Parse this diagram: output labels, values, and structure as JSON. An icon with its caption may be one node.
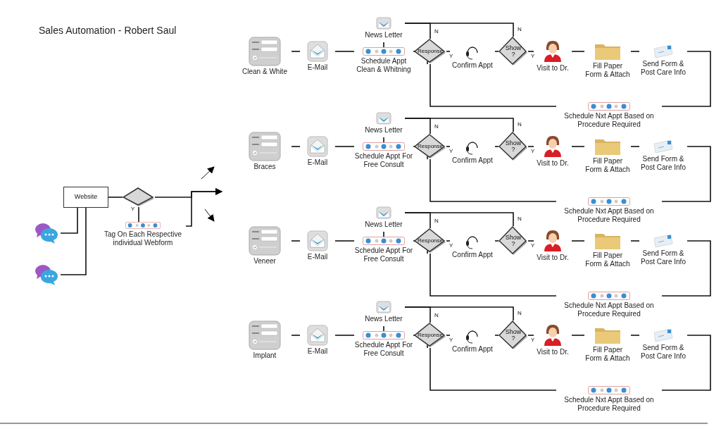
{
  "diagram": {
    "title": "Sales Automation - Robert Saul",
    "nodes": [
      {
        "text": [
          "Website"
        ]
      },
      {
        "text": [],
        "shape": "diamond"
      },
      {
        "text": [],
        "shape": "picture"
      },
      {
        "text": [],
        "shape": "picture"
      },
      {
        "text": [
          "Tag On Each Respective individual Webform"
        ]
      },
      {
        "text": [
          "Clean & White"
        ]
      },
      {
        "text": [
          "E-Mail"
        ]
      },
      {
        "text": [
          "News Letter"
        ]
      },
      {
        "text": [
          "Schedule Appt Clean & Whitning"
        ]
      },
      {
        "text": [
          "Response"
        ]
      },
      {
        "text": [
          "Confirm Appt"
        ]
      },
      {
        "text": [
          "Show ?"
        ]
      },
      {
        "text": [
          "Visit to Dr."
        ]
      },
      {
        "text": [
          "Fill Paper Form & Attach"
        ]
      },
      {
        "text": [
          "Send Form & Post Care Info"
        ]
      },
      {
        "text": [
          "Schedule Nxt Appt Based on Procedure Required"
        ]
      },
      {
        "text": [
          "Braces"
        ]
      },
      {
        "text": [
          "E-Mail"
        ]
      },
      {
        "text": [
          "News Letter"
        ]
      },
      {
        "text": [
          "Schedule Appt For Free Consult"
        ]
      },
      {
        "text": [
          "Response"
        ]
      },
      {
        "text": [
          "Confirm Appt"
        ]
      },
      {
        "text": [
          "Show ?"
        ]
      },
      {
        "text": [
          "Visit to Dr."
        ]
      },
      {
        "text": [
          "Fill Paper Form & Attach"
        ]
      },
      {
        "text": [
          "Send Form & Post Care Info"
        ]
      },
      {
        "text": [
          "Schedule Nxt Appt Based on Procedure Required"
        ]
      },
      {
        "text": [
          "Veneer"
        ]
      },
      {
        "text": [
          "E-Mail"
        ]
      },
      {
        "text": [
          "News Letter"
        ]
      },
      {
        "text": [
          "Schedule Appt For Free Consult"
        ]
      },
      {
        "text": [
          "Response"
        ]
      },
      {
        "text": [
          "Confirm Appt"
        ]
      },
      {
        "text": [
          "Show ?"
        ]
      },
      {
        "text": [
          "Visit to Dr."
        ]
      },
      {
        "text": [
          "Fill Paper Form & Attach"
        ]
      },
      {
        "text": [
          "Send Form & Post Care Info"
        ]
      },
      {
        "text": [
          "Schedule Nxt Appt Based on Procedure Required"
        ]
      },
      {
        "text": [
          "Implant"
        ]
      },
      {
        "text": [
          "E-Mail"
        ]
      },
      {
        "text": [
          "News Letter"
        ]
      },
      {
        "text": [
          "Schedule Appt For Free Consult"
        ]
      },
      {
        "text": [
          "Response"
        ]
      },
      {
        "text": [
          "Confirm Appt"
        ]
      },
      {
        "text": [
          "Show ?"
        ]
      },
      {
        "text": [
          "Visit to Dr."
        ]
      },
      {
        "text": [
          "Fill Paper Form & Attach"
        ]
      },
      {
        "text": [
          "Send Form & Post Care Info"
        ]
      },
      {
        "text": [
          "Schedule Nxt Appt Based on Procedure Required"
        ]
      }
    ],
    "edges": [
      {
        "from": 2,
        "to": 0,
        "arrow": "none"
      },
      {
        "from": 3,
        "to": 0,
        "arrow": "none"
      },
      {
        "from": 0,
        "to": 1,
        "arrow": "none"
      },
      {
        "from": 1,
        "to": 4,
        "arrow": "none",
        "label": "Y"
      },
      {
        "from": 1,
        "to": null,
        "arrow": "to"
      },
      {
        "from": 4,
        "to": null,
        "arrow": "to"
      },
      {
        "from": 5,
        "to": 6,
        "arrow": "none"
      },
      {
        "from": 6,
        "to": 8,
        "arrow": "none"
      },
      {
        "from": 7,
        "to": 8,
        "arrow": "none"
      },
      {
        "from": 8,
        "to": 9,
        "arrow": "none"
      },
      {
        "from": 9,
        "to": 7,
        "arrow": "none",
        "label": "N"
      },
      {
        "from": 9,
        "to": 10,
        "arrow": "none",
        "label": "Y"
      },
      {
        "from": 10,
        "to": 11,
        "arrow": "none"
      },
      {
        "from": 11,
        "to": 7,
        "arrow": "none",
        "label": "N"
      },
      {
        "from": 11,
        "to": 12,
        "arrow": "none",
        "label": "Y"
      },
      {
        "from": 12,
        "to": 13,
        "arrow": "none"
      },
      {
        "from": 13,
        "to": 14,
        "arrow": "none"
      },
      {
        "from": 14,
        "to": 15,
        "arrow": "none"
      },
      {
        "from": 15,
        "to": 9,
        "arrow": "none"
      },
      {
        "from": 16,
        "to": 17,
        "arrow": "none"
      },
      {
        "from": 17,
        "to": 19,
        "arrow": "none"
      },
      {
        "from": 18,
        "to": 19,
        "arrow": "none"
      },
      {
        "from": 19,
        "to": 20,
        "arrow": "none"
      },
      {
        "from": 20,
        "to": 18,
        "arrow": "none",
        "label": "N"
      },
      {
        "from": 20,
        "to": 21,
        "arrow": "none",
        "label": "Y"
      },
      {
        "from": 21,
        "to": 22,
        "arrow": "none"
      },
      {
        "from": 22,
        "to": 18,
        "arrow": "none",
        "label": "N"
      },
      {
        "from": 22,
        "to": 23,
        "arrow": "none",
        "label": "Y"
      },
      {
        "from": 23,
        "to": 24,
        "arrow": "none"
      },
      {
        "from": 24,
        "to": 25,
        "arrow": "none"
      },
      {
        "from": 25,
        "to": 26,
        "arrow": "none"
      },
      {
        "from": 26,
        "to": 20,
        "arrow": "none"
      },
      {
        "from": 27,
        "to": 28,
        "arrow": "none"
      },
      {
        "from": 28,
        "to": 30,
        "arrow": "none"
      },
      {
        "from": 29,
        "to": 30,
        "arrow": "none"
      },
      {
        "from": 30,
        "to": 31,
        "arrow": "none"
      },
      {
        "from": 31,
        "to": 29,
        "arrow": "none",
        "label": "N"
      },
      {
        "from": 31,
        "to": 32,
        "arrow": "none",
        "label": "Y"
      },
      {
        "from": 32,
        "to": 33,
        "arrow": "none"
      },
      {
        "from": 33,
        "to": 29,
        "arrow": "none",
        "label": "N"
      },
      {
        "from": 33,
        "to": 34,
        "arrow": "none",
        "label": "Y"
      },
      {
        "from": 34,
        "to": 35,
        "arrow": "none"
      },
      {
        "from": 35,
        "to": 36,
        "arrow": "none"
      },
      {
        "from": 36,
        "to": 37,
        "arrow": "none"
      },
      {
        "from": 37,
        "to": 31,
        "arrow": "none"
      },
      {
        "from": 38,
        "to": 39,
        "arrow": "none"
      },
      {
        "from": 39,
        "to": 41,
        "arrow": "none"
      },
      {
        "from": 40,
        "to": 41,
        "arrow": "none"
      },
      {
        "from": 41,
        "to": 42,
        "arrow": "none"
      },
      {
        "from": 42,
        "to": 40,
        "arrow": "none",
        "label": "N"
      },
      {
        "from": 42,
        "to": 43,
        "arrow": "none",
        "label": "Y"
      },
      {
        "from": 43,
        "to": 44,
        "arrow": "none"
      },
      {
        "from": 44,
        "to": 40,
        "arrow": "none",
        "label": "N"
      },
      {
        "from": 44,
        "to": 45,
        "arrow": "none",
        "label": "Y"
      },
      {
        "from": 45,
        "to": 46,
        "arrow": "none"
      },
      {
        "from": 46,
        "to": 47,
        "arrow": "none"
      },
      {
        "from": 47,
        "to": 48,
        "arrow": "none"
      },
      {
        "from": 48,
        "to": 42,
        "arrow": "none"
      }
    ]
  }
}
